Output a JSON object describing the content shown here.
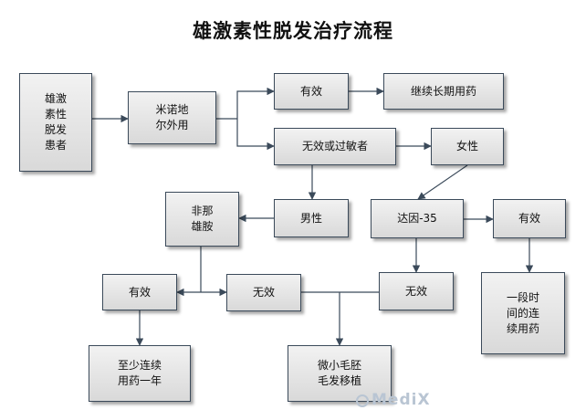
{
  "title": "雄激素性脱发治疗流程",
  "nodes": {
    "patient": "雄激\n素性\n脱发\n患者",
    "minoxidil": "米诺地\n尔外用",
    "effective1": "有效",
    "continue_long": "继续长期用药",
    "ineffective_allergy": "无效或过敏者",
    "female": "女性",
    "male": "男性",
    "finasteride": "非那\n雄胺",
    "diane35": "达因-35",
    "effective2": "有效",
    "effective3": "有效",
    "ineffective1": "无效",
    "ineffective2": "无效",
    "continue_year": "至少连续\n用药一年",
    "hair_transplant": "微小毛胚\n毛发移植",
    "continue_period": "一段时\n间的连\n续用药"
  },
  "watermark": "MediX",
  "colors": {
    "line": "#3b4a5a",
    "box_top": "#f2f2f2",
    "box_bottom": "#d9d9d9"
  }
}
